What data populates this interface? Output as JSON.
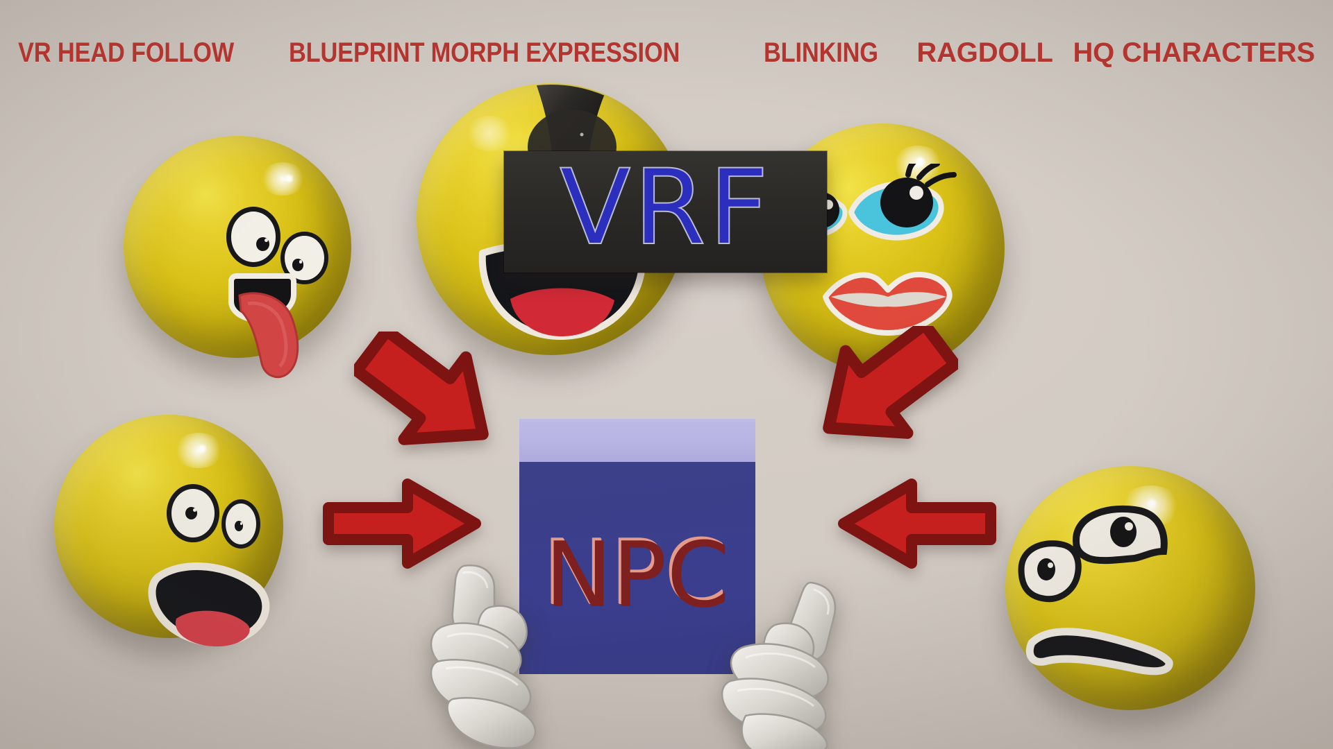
{
  "header": {
    "features": [
      {
        "id": "vr-head-follow",
        "label": "VR HEAD FOLLOW"
      },
      {
        "id": "blueprint-morph-expression",
        "label": "BLUEPRINT MORPH EXPRESSION"
      },
      {
        "id": "blinking",
        "label": "BLINKING"
      },
      {
        "id": "ragdoll",
        "label": "RAGDOLL"
      },
      {
        "id": "hq-characters",
        "label": "HQ CHARACTERS"
      }
    ],
    "color": "#b3352f"
  },
  "logo": {
    "text": "VRF",
    "text_color": "#2c2fbe",
    "outline_color": "#b9bcd8",
    "plate_color": "#2a2926"
  },
  "target": {
    "label": "NPC",
    "text_color": "#7e1f20",
    "highlight_color": "#e59b8c",
    "cube_front_color": "#3a3e8d",
    "cube_top_color": "#b7b4e3"
  },
  "scene": {
    "background_color": "#d2cbc3",
    "arrow_color": "#c5201d",
    "arrow_shade_color": "#7d1412",
    "face_color": "#d9c117",
    "hand_color": "#dcd8d2",
    "faces": [
      {
        "id": "face-top-left",
        "expression": "tongue-out-googly-eyes"
      },
      {
        "id": "face-bottom-left",
        "expression": "shocked-open-mouth"
      },
      {
        "id": "face-top-center",
        "expression": "vr-headset-big-grin"
      },
      {
        "id": "face-top-right",
        "expression": "feminine-eyelashes-red-lips"
      },
      {
        "id": "face-bottom-right",
        "expression": "worried-grimace"
      }
    ],
    "arrows": [
      {
        "id": "arrow-top-left-to-npc",
        "direction": "down-right"
      },
      {
        "id": "arrow-bottom-left-to-npc",
        "direction": "right"
      },
      {
        "id": "arrow-top-right-to-npc",
        "direction": "down-left"
      },
      {
        "id": "arrow-bottom-right-to-npc",
        "direction": "left"
      }
    ],
    "hands": [
      {
        "id": "robot-hand-left"
      },
      {
        "id": "robot-hand-right"
      }
    ]
  }
}
